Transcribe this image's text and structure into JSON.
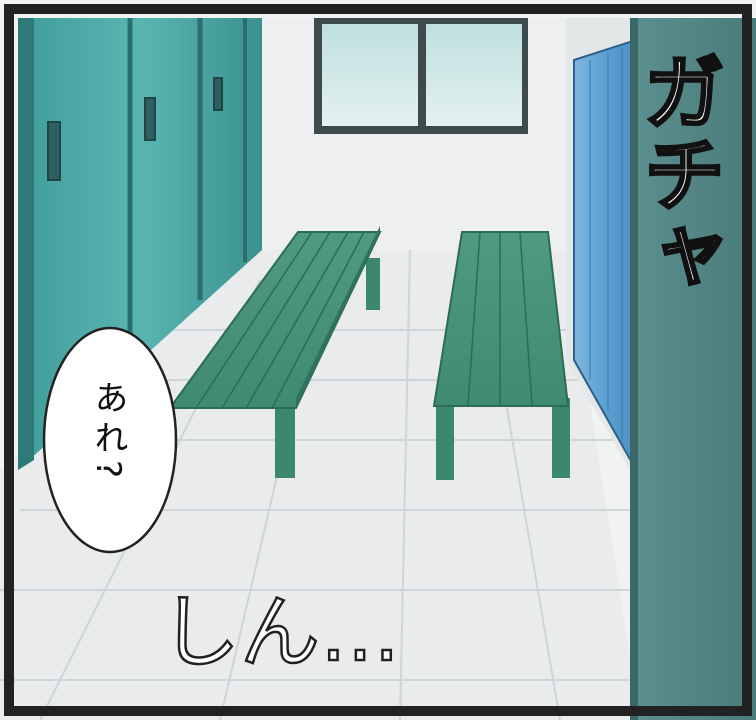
{
  "panel": {
    "sfx_door": "ガチャ",
    "speech_bubble": "あれ?",
    "sfx_silence": "しん…"
  }
}
